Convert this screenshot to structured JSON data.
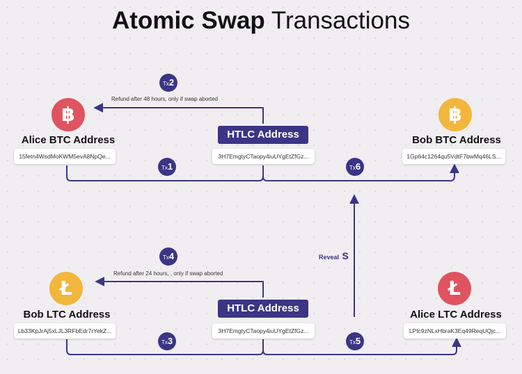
{
  "title": {
    "bold": "Atomic Swap",
    "light": "Transactions"
  },
  "top": {
    "alice_btc": {
      "label": "Alice BTC Address",
      "address": "15fetn4WsdMoKWM5evA8NpQe...",
      "icon": "bitcoin-icon",
      "color": "#e05360"
    },
    "htlc": {
      "label": "HTLC Address",
      "address": "3H7EmgtyCTaopy4iuUYgEtZfGz..."
    },
    "bob_btc": {
      "label": "Bob BTC Address",
      "address": "1Gp64c1264qu5VdtF7bwMq46LS...",
      "icon": "bitcoin-icon",
      "color": "#f2b63c"
    },
    "tx1": {
      "prefix": "Tx",
      "num": "1"
    },
    "tx2": {
      "prefix": "Tx",
      "num": "2"
    },
    "tx6": {
      "prefix": "Tx",
      "num": "6"
    },
    "refund": "Refund after 48 hours, only if swap aborted",
    "btc_symbol": "฿"
  },
  "bottom": {
    "bob_ltc": {
      "label": "Bob LTC Address",
      "address": "Lb33KpJrAj5xLJL3RFbEdr7rYekZ...",
      "icon": "litecoin-icon",
      "color": "#f2b63c"
    },
    "htlc": {
      "label": "HTLC Address",
      "address": "3H7EmgtyCTaopy4iuUYgEtZfGz..."
    },
    "alice_ltc": {
      "label": "Alice LTC Address",
      "address": "LPtc9zNLxHbraK3Eq49ReqUQjc...",
      "icon": "litecoin-icon",
      "color": "#e05360"
    },
    "tx3": {
      "prefix": "Tx",
      "num": "3"
    },
    "tx4": {
      "prefix": "Tx",
      "num": "4"
    },
    "tx5": {
      "prefix": "Tx",
      "num": "5"
    },
    "refund": "Refund after 24 hours, , only if swap aborted",
    "ltc_symbol": "Ł"
  },
  "reveal": {
    "word": "Reveal",
    "secret": "S"
  },
  "colors": {
    "accent": "#3b3585",
    "background": "#f1eef2"
  }
}
